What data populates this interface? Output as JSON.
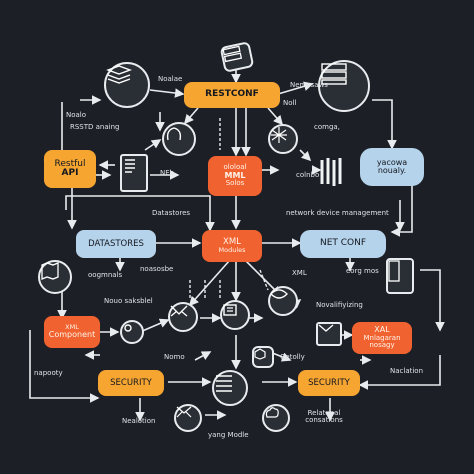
{
  "nodes": {
    "restconf": "RESTCONF",
    "restful_api": [
      "Restful",
      "API"
    ],
    "yang_modules_top": [
      "yacowa",
      "noualy."
    ],
    "xml_modules_center": [
      "ololoal",
      "MML",
      "Solos"
    ],
    "datastores": "DATASTORES",
    "xml_modules": [
      "XML",
      "Modules"
    ],
    "netconf": "NET CONF",
    "xml_component": [
      "XML",
      "Component"
    ],
    "xml_management": [
      "XAL",
      "Mnlagaran",
      "nosagy"
    ],
    "security_left": "SECURITY",
    "security_right": "SECURITY"
  },
  "labels": {
    "noalae": "Noalae",
    "noalo": "Noalo",
    "rsstd_anaing": "RSSTD anaing",
    "comga": "comga,",
    "datastores_small": "Datastores",
    "network_device_management": "network device management",
    "oogmnals": "oogmnals",
    "noasosbe": "noasosbe",
    "xml_short": "XML",
    "nouo_saksblel": "Nouo saksblel",
    "novalifiyizing": "Novalifiyizing",
    "napooty": "napooty",
    "nomo": "Nomo",
    "getolly": "Getolly",
    "naclation": "Naclation",
    "nealotion": "Nealotion",
    "relatonal_coneations": "Relatonal consations",
    "yang_modle": "yang Modle",
    "nemosaws": "Nemosaws",
    "noll": "Noll",
    "neb": "NEb",
    "colnbo": "colnbo",
    "eorg_mos": "eorg mos"
  },
  "colors": {
    "background": "#1c1f25",
    "orange": "#f6a531",
    "red": "#f0622f",
    "blue": "#b6d3ec",
    "line": "#e9ecef"
  },
  "icons": [
    "server-stack-icon",
    "database-stack-icon",
    "cloud-icon",
    "document-icon",
    "tags-icon",
    "map-icon",
    "globe-icon",
    "envelope-icon",
    "cube-icon",
    "chip-icon"
  ]
}
